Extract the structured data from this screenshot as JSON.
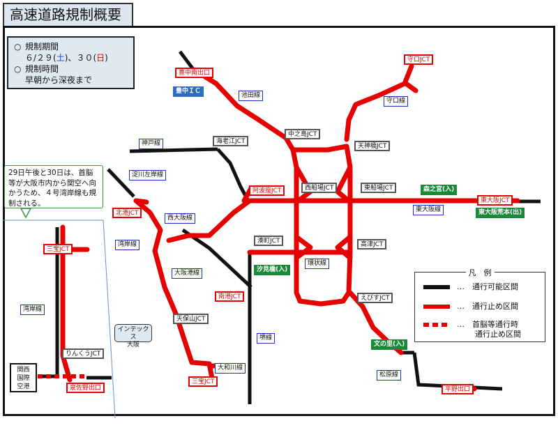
{
  "title": "高速道路規制概要",
  "info": {
    "period_label": "規制期間",
    "period_date_1": "６/２９",
    "period_day_1": "土",
    "period_date_2": "３０",
    "period_day_2": "日",
    "time_label": "規制時間",
    "time_value": "早朝から深夜まで",
    "bullet": "○"
  },
  "callout": "29日午後と30日は、首脳等が大阪市内から関空へ向かうため、４号湾岸線も規制される。",
  "labels": {
    "toyonaka_minami": "豊中南出口",
    "toyonaka_ic": "豊中ＩＣ",
    "ikeda": "池田線",
    "moriguchi_jct": "守口JCT",
    "moriguchi": "守口線",
    "nakanoshima": "中之島JCT",
    "tenjinbashi": "天神橋JCT",
    "ebie": "海老江JCT",
    "kobe": "神戸線",
    "yodogawa": "淀川左岸線",
    "nishisenba": "西船場JCT",
    "higashisenba": "東船場JCT",
    "awaza": "阿波座JCT",
    "morinomiya": "森之宮(入)",
    "higashiosaka_jct": "東大阪JCT",
    "higashiosaka": "東大阪線",
    "higashiosaka_aramoto": "東大阪荒本(出)",
    "kitako": "北港JCT",
    "nishiosaka": "西大阪線",
    "wangan": "湾岸線",
    "minatomachi": "湊町JCT",
    "shiomibashi": "汐見橋(入)",
    "kozu": "高津JCT",
    "kanjo": "環状線",
    "osakako": "大阪港線",
    "nanko": "南港JCT",
    "ebisu": "えびすJCT",
    "tengachaya": "天保山JCT",
    "sakai": "堺線",
    "bunnosato": "文の里(入)",
    "yamatogawa": "大和川線",
    "sanpo": "三宝JCT",
    "matsubara": "松原線",
    "hirano": "平野出口",
    "sanpo_left": "三宝JCT",
    "wangan_left": "湾岸線",
    "rinku": "りんくうJCT",
    "izumisano": "泉佐野出口",
    "kansai": "関西国際空港",
    "intex": "インテックス大阪"
  },
  "kansai_lines": [
    "関西",
    "国際",
    "空港"
  ],
  "intex_lines": [
    "インテックス",
    "大阪"
  ],
  "legend": {
    "title": "凡　例",
    "dots": "…",
    "row1": "通行可能区間",
    "row2": "通行止め区間",
    "row3_a": "首脳等通行時",
    "row3_b": "通行止め区間"
  },
  "colors": {
    "open": "#111111",
    "closed": "#e60000",
    "route_border": "#1c2dc4",
    "entrance": "#1a8a3a",
    "ic": "#2f6cc0"
  }
}
